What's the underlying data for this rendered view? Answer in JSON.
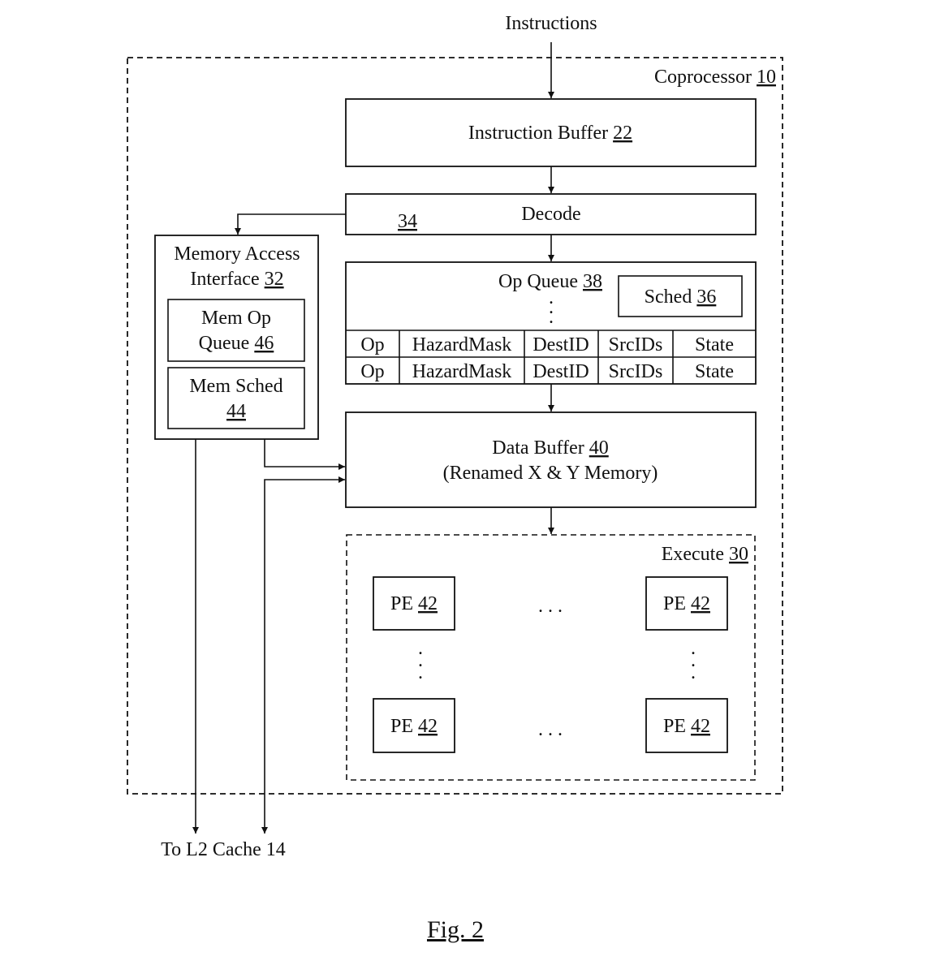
{
  "diagram": {
    "input_label": "Instructions",
    "coprocessor": {
      "name": "Coprocessor",
      "ref": "10"
    },
    "instruction_buffer": {
      "name": "Instruction Buffer",
      "ref": "22"
    },
    "decode": {
      "name": "Decode",
      "ref": "34"
    },
    "memory_access_interface": {
      "line1": "Memory Access",
      "line2_name": "Interface",
      "ref": "32"
    },
    "mem_op_queue": {
      "line1": "Mem Op",
      "line2_name": "Queue",
      "ref": "46"
    },
    "mem_sched": {
      "line1": "Mem Sched",
      "ref": "44"
    },
    "op_queue": {
      "name": "Op Queue",
      "ref": "38",
      "ellipsis": "."
    },
    "sched": {
      "name": "Sched",
      "ref": "36"
    },
    "op_queue_columns": [
      "Op",
      "HazardMask",
      "DestID",
      "SrcIDs",
      "State"
    ],
    "data_buffer": {
      "name": "Data Buffer",
      "ref": "40",
      "line2": "(Renamed X & Y Memory)"
    },
    "execute": {
      "name": "Execute",
      "ref": "30"
    },
    "pe": {
      "name": "PE",
      "ref": "42"
    },
    "h_ellipsis": ". . .",
    "v_dot": ".",
    "output_label": "To L2 Cache 14",
    "figure_caption": "Fig. 2"
  },
  "colors": {
    "ink": "#111111",
    "background": "#ffffff"
  }
}
